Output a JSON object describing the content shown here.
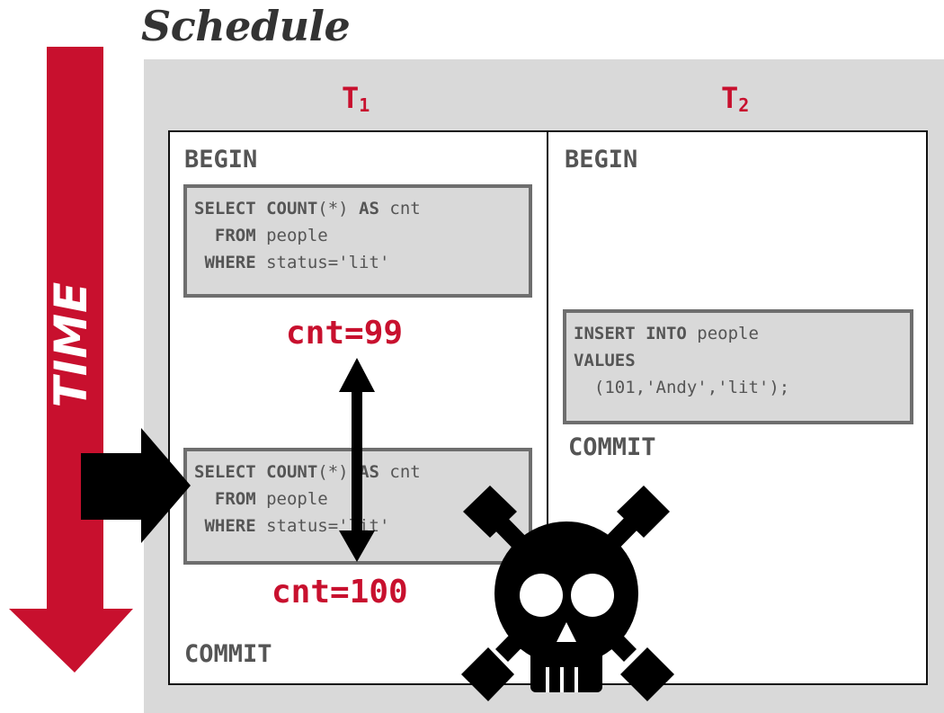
{
  "title": "Schedule",
  "time_label": "TIME",
  "transactions": {
    "t1": {
      "name": "T",
      "sub": "1"
    },
    "t2": {
      "name": "T",
      "sub": "2"
    }
  },
  "t1": {
    "begin": "BEGIN",
    "query1": {
      "line1_kw1": "SELECT",
      "line1_kw2": "COUNT",
      "line1_arg": "(*)",
      "line1_kw3": "AS",
      "line1_alias": "cnt",
      "line2_kw": "FROM",
      "line2_val": "people",
      "line3_kw": "WHERE",
      "line3_val": "status='lit'"
    },
    "result1": "cnt=99",
    "query2": {
      "line1_kw1": "SELECT",
      "line1_kw2": "COUNT",
      "line1_arg": "(*)",
      "line1_kw3": "AS",
      "line1_alias": "cnt",
      "line2_kw": "FROM",
      "line2_val": "people",
      "line3_kw": "WHERE",
      "line3_val": "status='lit'"
    },
    "result2": "cnt=100",
    "commit": "COMMIT"
  },
  "t2": {
    "begin": "BEGIN",
    "insert": {
      "line1_kw": "INSERT INTO",
      "line1_val": "people",
      "line2_kw": "VALUES",
      "line3_val": "(101,'Andy','lit');"
    },
    "commit": "COMMIT"
  },
  "colors": {
    "accent": "#c8102e",
    "text": "#555555",
    "panel": "#d9d9d9",
    "box_border": "#6e6e6e"
  },
  "icons": [
    "time-arrow-icon",
    "pointer-arrow-icon",
    "double-arrow-icon",
    "skull-crossbones-icon"
  ]
}
